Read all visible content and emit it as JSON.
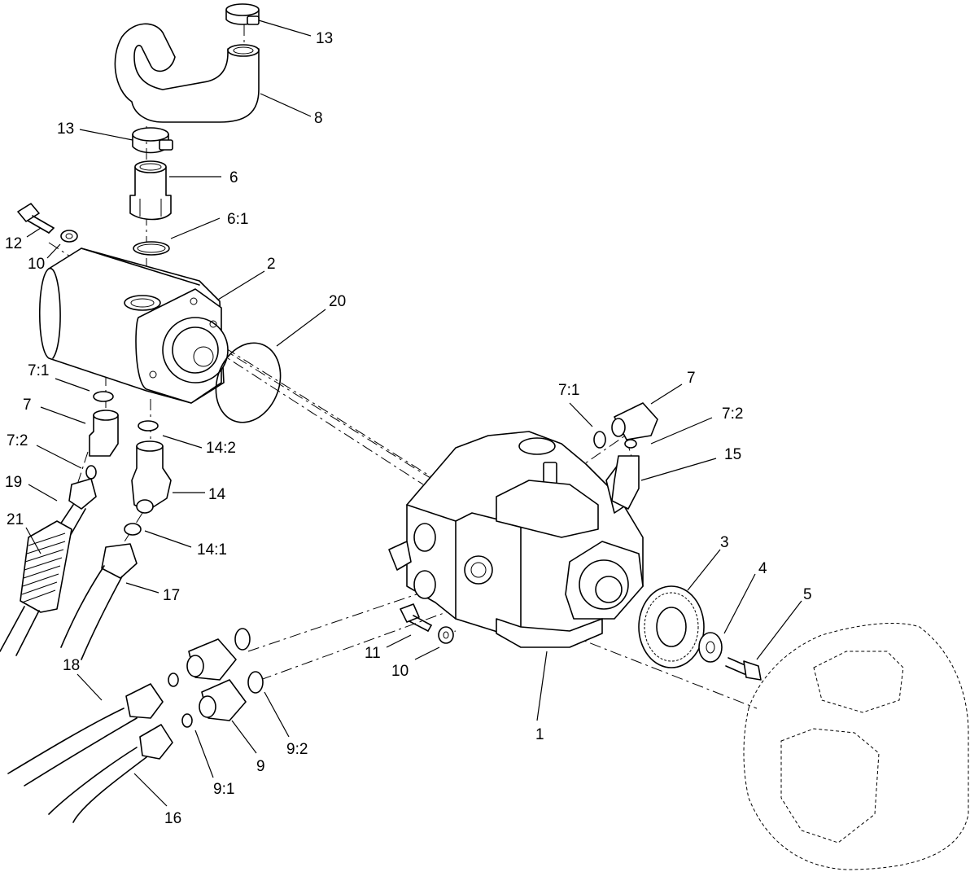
{
  "callouts": {
    "c1": "1",
    "c2": "2",
    "c3": "3",
    "c4": "4",
    "c5": "5",
    "c6": "6",
    "c6_1": "6:1",
    "c7_left": "7",
    "c7_1_left": "7:1",
    "c7_2_left": "7:2",
    "c7_right": "7",
    "c7_1_right": "7:1",
    "c7_2_right": "7:2",
    "c8": "8",
    "c9": "9",
    "c9_1": "9:1",
    "c9_2": "9:2",
    "c10_top": "10",
    "c10_bottom": "10",
    "c11": "11",
    "c12": "12",
    "c13_top": "13",
    "c13_mid": "13",
    "c14": "14",
    "c14_1": "14:1",
    "c14_2": "14:2",
    "c15": "15",
    "c16": "16",
    "c17": "17",
    "c18": "18",
    "c19": "19",
    "c20": "20",
    "c21": "21"
  },
  "colors": {
    "line": "#000000",
    "background": "#ffffff"
  }
}
